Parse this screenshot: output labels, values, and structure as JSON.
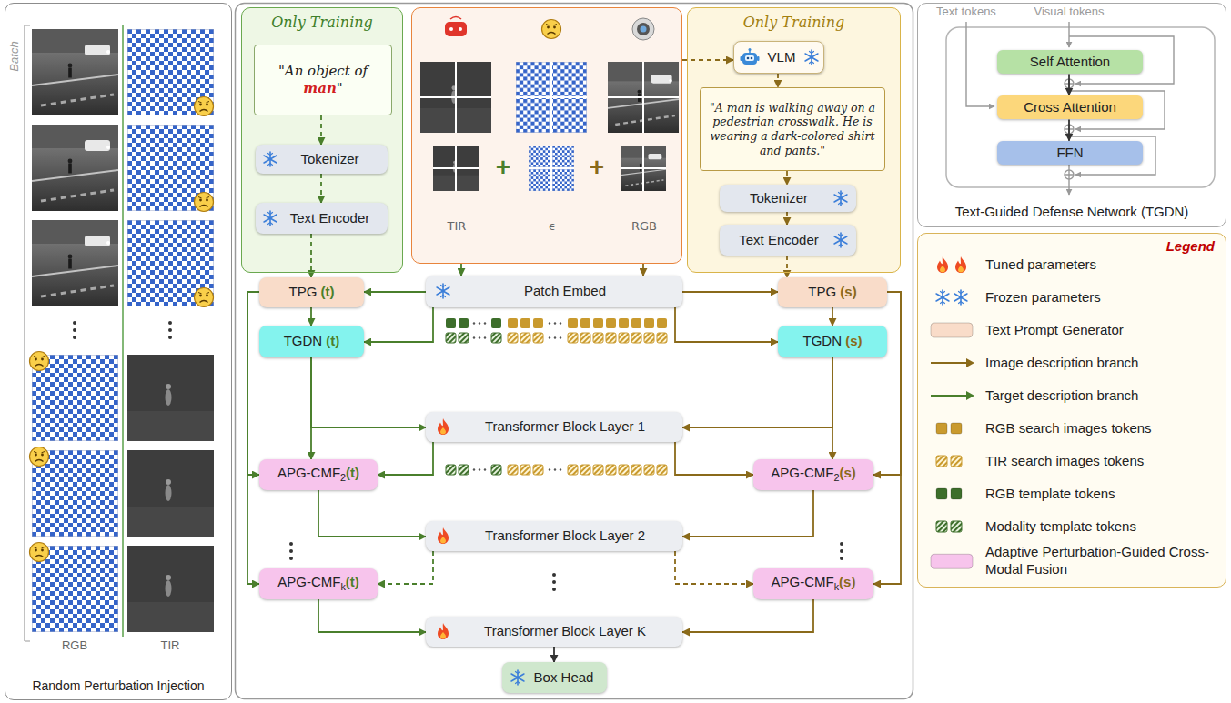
{
  "diagram": {
    "nodes": [
      {
        "text": [
          "Random Perturbation Injection"
        ]
      },
      {
        "text": [
          "Only Training"
        ]
      },
      {
        "text": [
          "\"An object of man\""
        ],
        "in": 1
      },
      {
        "text": [
          "Tokenizer"
        ],
        "in": 1
      },
      {
        "text": [
          "Text Encoder"
        ],
        "in": 1
      },
      {
        "text": [
          "TIR",
          "ϵ",
          "RGB"
        ]
      },
      {
        "text": [
          "Only Training"
        ]
      },
      {
        "text": [
          "VLM"
        ],
        "in": 6
      },
      {
        "text": [
          "\"A man is walking away on a pedestrian crosswalk. He is wearing a dark-colored shirt and pants.\""
        ],
        "in": 6
      },
      {
        "text": [
          "Tokenizer"
        ],
        "in": 6
      },
      {
        "text": [
          "Text Encoder"
        ],
        "in": 6
      },
      {
        "text": [
          "TPG (t)"
        ]
      },
      {
        "text": [
          "TGDN (t)"
        ]
      },
      {
        "text": [
          "Patch Embed"
        ]
      },
      {
        "text": [
          "TPG (s)"
        ]
      },
      {
        "text": [
          "TGDN (s)"
        ]
      },
      {
        "text": [
          "Transformer Block Layer 1"
        ]
      },
      {
        "text": [
          "APG-CMF2(t)"
        ]
      },
      {
        "text": [
          "APG-CMF2(s)"
        ]
      },
      {
        "text": [
          "Transformer Block Layer 2"
        ]
      },
      {
        "text": [
          "APG-CMFk(t)"
        ]
      },
      {
        "text": [
          "APG-CMFk(s)"
        ]
      },
      {
        "text": [
          "Transformer Block Layer K"
        ]
      },
      {
        "text": [
          "Box Head"
        ]
      },
      {
        "text": [
          "Text-Guided Defense Network (TGDN)"
        ]
      },
      {
        "text": [
          "Self Attention"
        ],
        "in": 24
      },
      {
        "text": [
          "Cross Attention"
        ],
        "in": 24
      },
      {
        "text": [
          "FFN"
        ],
        "in": 24
      },
      {
        "text": [
          "Legend"
        ]
      }
    ],
    "edges": [
      {
        "from": 2,
        "to": 3,
        "arrow": "to"
      },
      {
        "from": 3,
        "to": 4,
        "arrow": "to"
      },
      {
        "from": 4,
        "to": 11,
        "arrow": "to"
      },
      {
        "from": 7,
        "to": 8,
        "arrow": "to"
      },
      {
        "from": 8,
        "to": 9,
        "arrow": "to"
      },
      {
        "from": 9,
        "to": 10,
        "arrow": "to"
      },
      {
        "from": 10,
        "to": 14,
        "arrow": "to"
      },
      {
        "from": 5,
        "to": 7,
        "arrow": "to"
      },
      {
        "from": 5,
        "to": 13,
        "arrow": "to"
      },
      {
        "from": 5,
        "to": 13,
        "arrow": "to"
      },
      {
        "from": 13,
        "to": 11,
        "arrow": "to"
      },
      {
        "from": 13,
        "to": 12,
        "arrow": "to"
      },
      {
        "from": 13,
        "to": 14,
        "arrow": "to"
      },
      {
        "from": 13,
        "to": 15,
        "arrow": "to"
      },
      {
        "from": 11,
        "to": 12,
        "arrow": "to"
      },
      {
        "from": 14,
        "to": 15,
        "arrow": "to"
      },
      {
        "from": 12,
        "to": 16,
        "arrow": "to"
      },
      {
        "from": 12,
        "to": 17,
        "arrow": "to"
      },
      {
        "from": 15,
        "to": 16,
        "arrow": "to"
      },
      {
        "from": 15,
        "to": 18,
        "arrow": "to"
      },
      {
        "from": 11,
        "to": 17,
        "arrow": "to"
      },
      {
        "from": 11,
        "to": 20,
        "arrow": "to"
      },
      {
        "from": 14,
        "to": 18,
        "arrow": "to"
      },
      {
        "from": 14,
        "to": 21,
        "arrow": "to"
      },
      {
        "from": 16,
        "to": 17,
        "arrow": "to"
      },
      {
        "from": 16,
        "to": 18,
        "arrow": "to"
      },
      {
        "from": 17,
        "to": 19,
        "arrow": "to"
      },
      {
        "from": 18,
        "to": 19,
        "arrow": "to"
      },
      {
        "from": 19,
        "to": 20,
        "arrow": "to"
      },
      {
        "from": 19,
        "to": 21,
        "arrow": "to"
      },
      {
        "from": 20,
        "to": 22,
        "arrow": "to"
      },
      {
        "from": 21,
        "to": 22,
        "arrow": "to"
      },
      {
        "from": 22,
        "to": 23,
        "arrow": "to"
      },
      {
        "from": 25,
        "to": 26,
        "arrow": "to"
      },
      {
        "from": 26,
        "to": 27,
        "arrow": "to"
      }
    ],
    "labels": [
      "Batch",
      "RGB",
      "TIR",
      "+",
      "+",
      "Text tokens",
      "Visual tokens"
    ],
    "legend": [
      {
        "text": "Tuned parameters"
      },
      {
        "text": "Frozen parameters"
      },
      {
        "text": "Text Prompt Generator",
        "color": "#f9dcc9"
      },
      {
        "text": "Image description branch"
      },
      {
        "text": "Target description branch"
      },
      {
        "text": "RGB search images tokens",
        "color": "#c99a2e"
      },
      {
        "text": "TIR search images tokens"
      },
      {
        "text": "RGB template tokens",
        "color": "#3d6e2b"
      },
      {
        "text": "Modality template tokens"
      },
      {
        "text": "Adaptive Perturbation-Guided Cross-Modal Fusion",
        "color": "#f7c4ec"
      }
    ]
  }
}
